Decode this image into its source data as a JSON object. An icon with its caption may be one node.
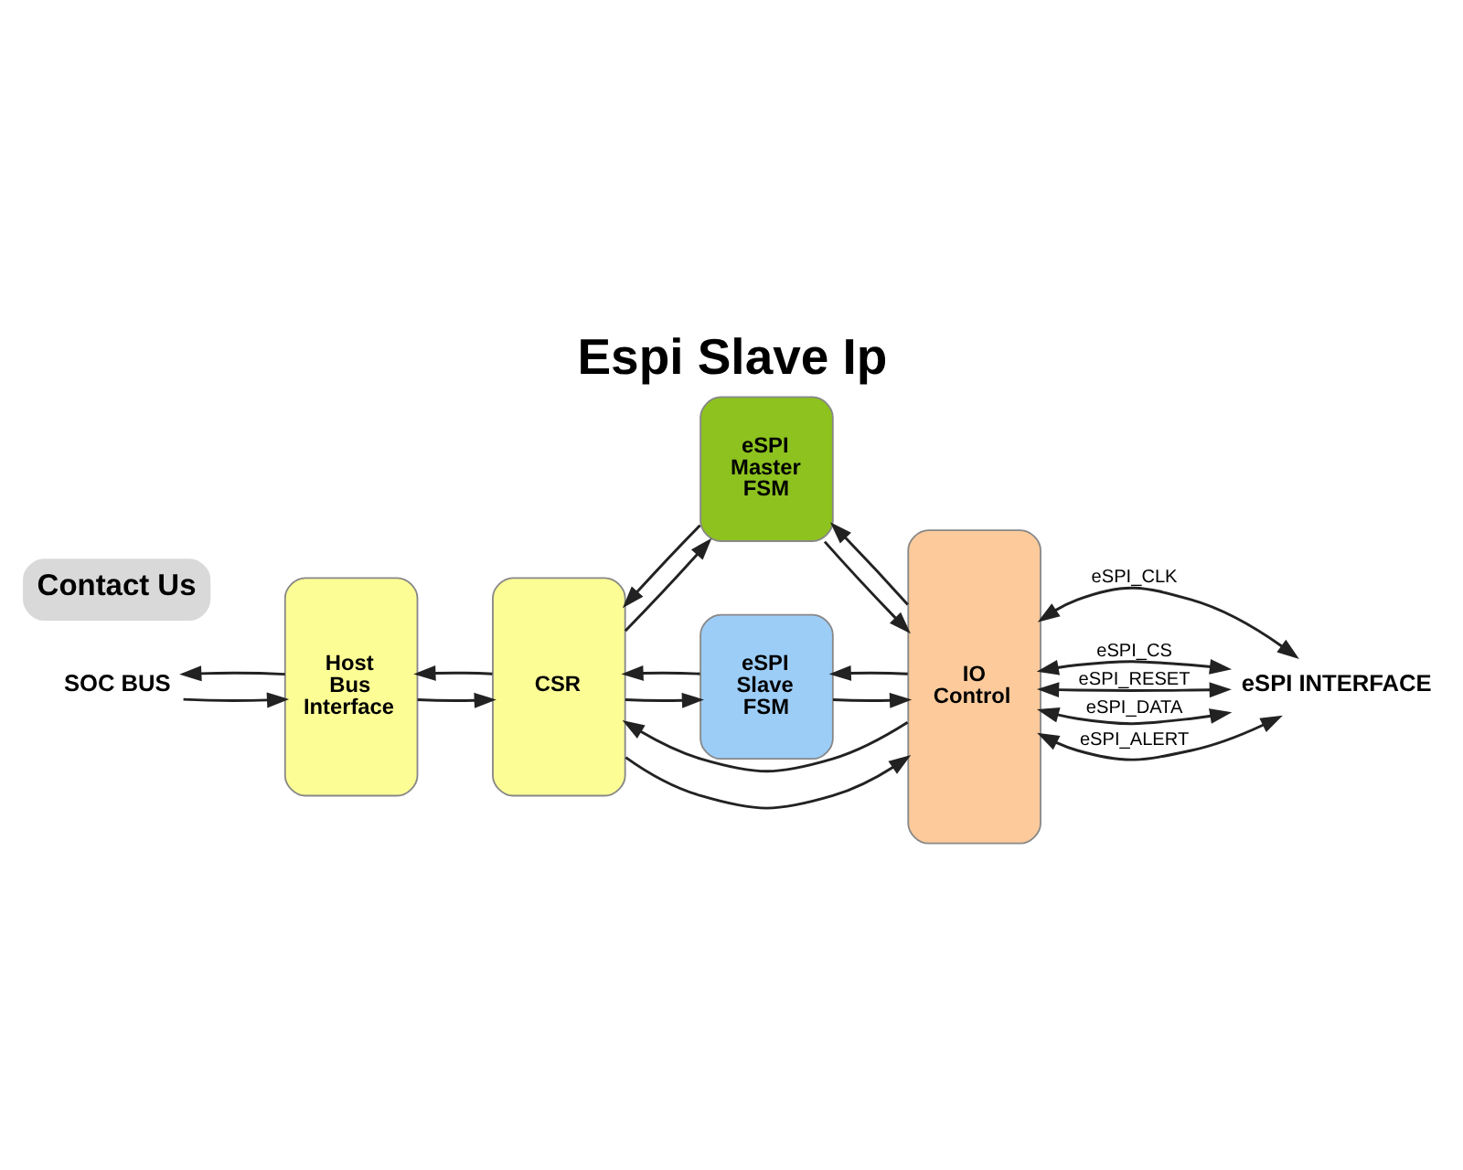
{
  "diagram": {
    "title": "Espi Slave Ip",
    "nodes": [
      {
        "text": [
          "SOC BUS"
        ]
      },
      {
        "text": [
          "Host Bus Interface"
        ]
      },
      {
        "text": [
          "CSR"
        ]
      },
      {
        "text": [
          "eSPI Master FSM"
        ]
      },
      {
        "text": [
          "eSPI Slave FSM"
        ]
      },
      {
        "text": [
          "IO Control"
        ]
      },
      {
        "text": [
          "eSPI INTERFACE"
        ]
      }
    ],
    "edges": [
      {
        "from": 0,
        "to": 1,
        "arrow": "to"
      },
      {
        "from": 1,
        "to": 0,
        "arrow": "to"
      },
      {
        "from": 1,
        "to": 2,
        "arrow": "to"
      },
      {
        "from": 2,
        "to": 1,
        "arrow": "to"
      },
      {
        "from": 2,
        "to": 3,
        "arrow": "to"
      },
      {
        "from": 3,
        "to": 2,
        "arrow": "to"
      },
      {
        "from": 3,
        "to": 5,
        "arrow": "to"
      },
      {
        "from": 5,
        "to": 3,
        "arrow": "to"
      },
      {
        "from": 2,
        "to": 5,
        "arrow": "to"
      },
      {
        "from": 5,
        "to": 2,
        "arrow": "to"
      },
      {
        "from": 2,
        "to": 4,
        "arrow": "to"
      },
      {
        "from": 4,
        "to": 2,
        "arrow": "to"
      },
      {
        "from": 4,
        "to": 5,
        "arrow": "to"
      },
      {
        "from": 5,
        "to": 4,
        "arrow": "to"
      },
      {
        "from": 5,
        "to": 6,
        "label": "eSPI_CLK",
        "arrow": "both"
      },
      {
        "from": 5,
        "to": 6,
        "label": "eSPI_CS",
        "arrow": "both"
      },
      {
        "from": 5,
        "to": 6,
        "label": "eSPI_RESET",
        "arrow": "both"
      },
      {
        "from": 5,
        "to": 6,
        "label": "eSPI_DATA",
        "arrow": "both"
      },
      {
        "from": 5,
        "to": 6,
        "label": "eSPI_ALERT",
        "arrow": "both"
      }
    ],
    "labels": [
      "Contact Us"
    ]
  }
}
